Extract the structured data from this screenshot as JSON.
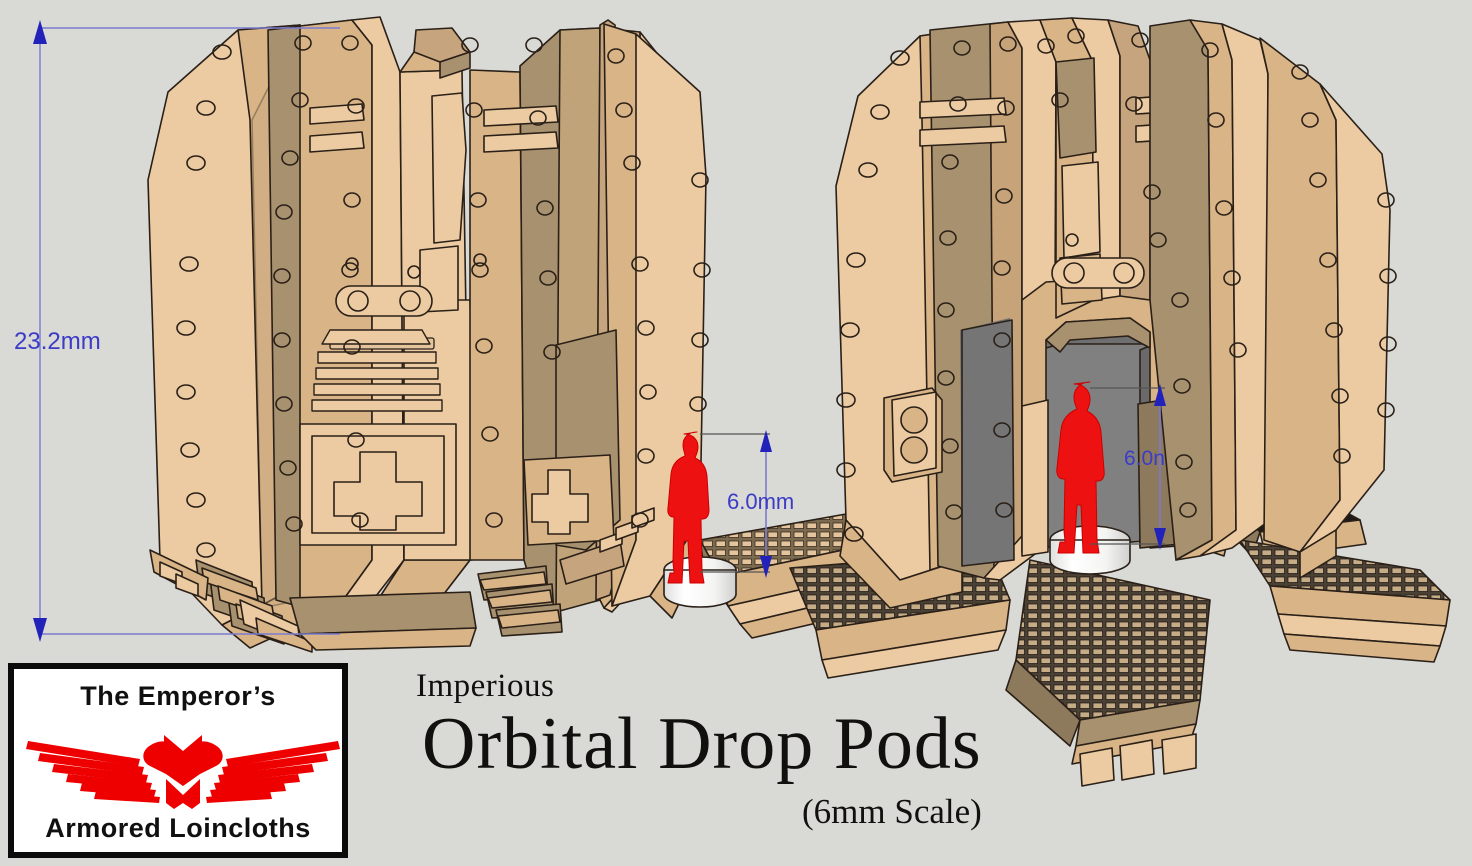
{
  "scene": {
    "background_color": "#d9d9d5",
    "subject": "Imperious Orbital Drop Pods 3D CAD render",
    "pods": [
      {
        "name": "closed-drop-pod",
        "state": "doors closed",
        "position": "left"
      },
      {
        "name": "open-drop-pod",
        "state": "doors open with deployed ramps",
        "position": "right"
      }
    ]
  },
  "dimensions": {
    "accent_color": "#3b3bc8",
    "pod_height": "23.2mm",
    "figure_height_left": "6.0mm",
    "figure_height_right": "6.0n"
  },
  "figures": {
    "color": "#ee1111",
    "base_color": "#f2f2f2",
    "count": 2,
    "description": "red human scale miniature on round base"
  },
  "materials": {
    "panel_light": "#eccba2",
    "panel_mid": "#d8b487",
    "panel_dark": "#a8916f",
    "panel_shadow": "#8d7a5c",
    "interior_gray": "#808080",
    "interior_gray_dark": "#6f6f6f",
    "outline": "#2a2018"
  },
  "logo": {
    "top_text": "The Emperor’s",
    "bottom_text": "Armored Loincloths",
    "emblem": "imperial-aquila",
    "emblem_color": "#ee0000",
    "border_color": "#0b0b0b",
    "background_color": "#ffffff"
  },
  "title": {
    "pre": "Imperious",
    "main": "Orbital Drop Pods",
    "sub": "(6mm Scale)"
  }
}
